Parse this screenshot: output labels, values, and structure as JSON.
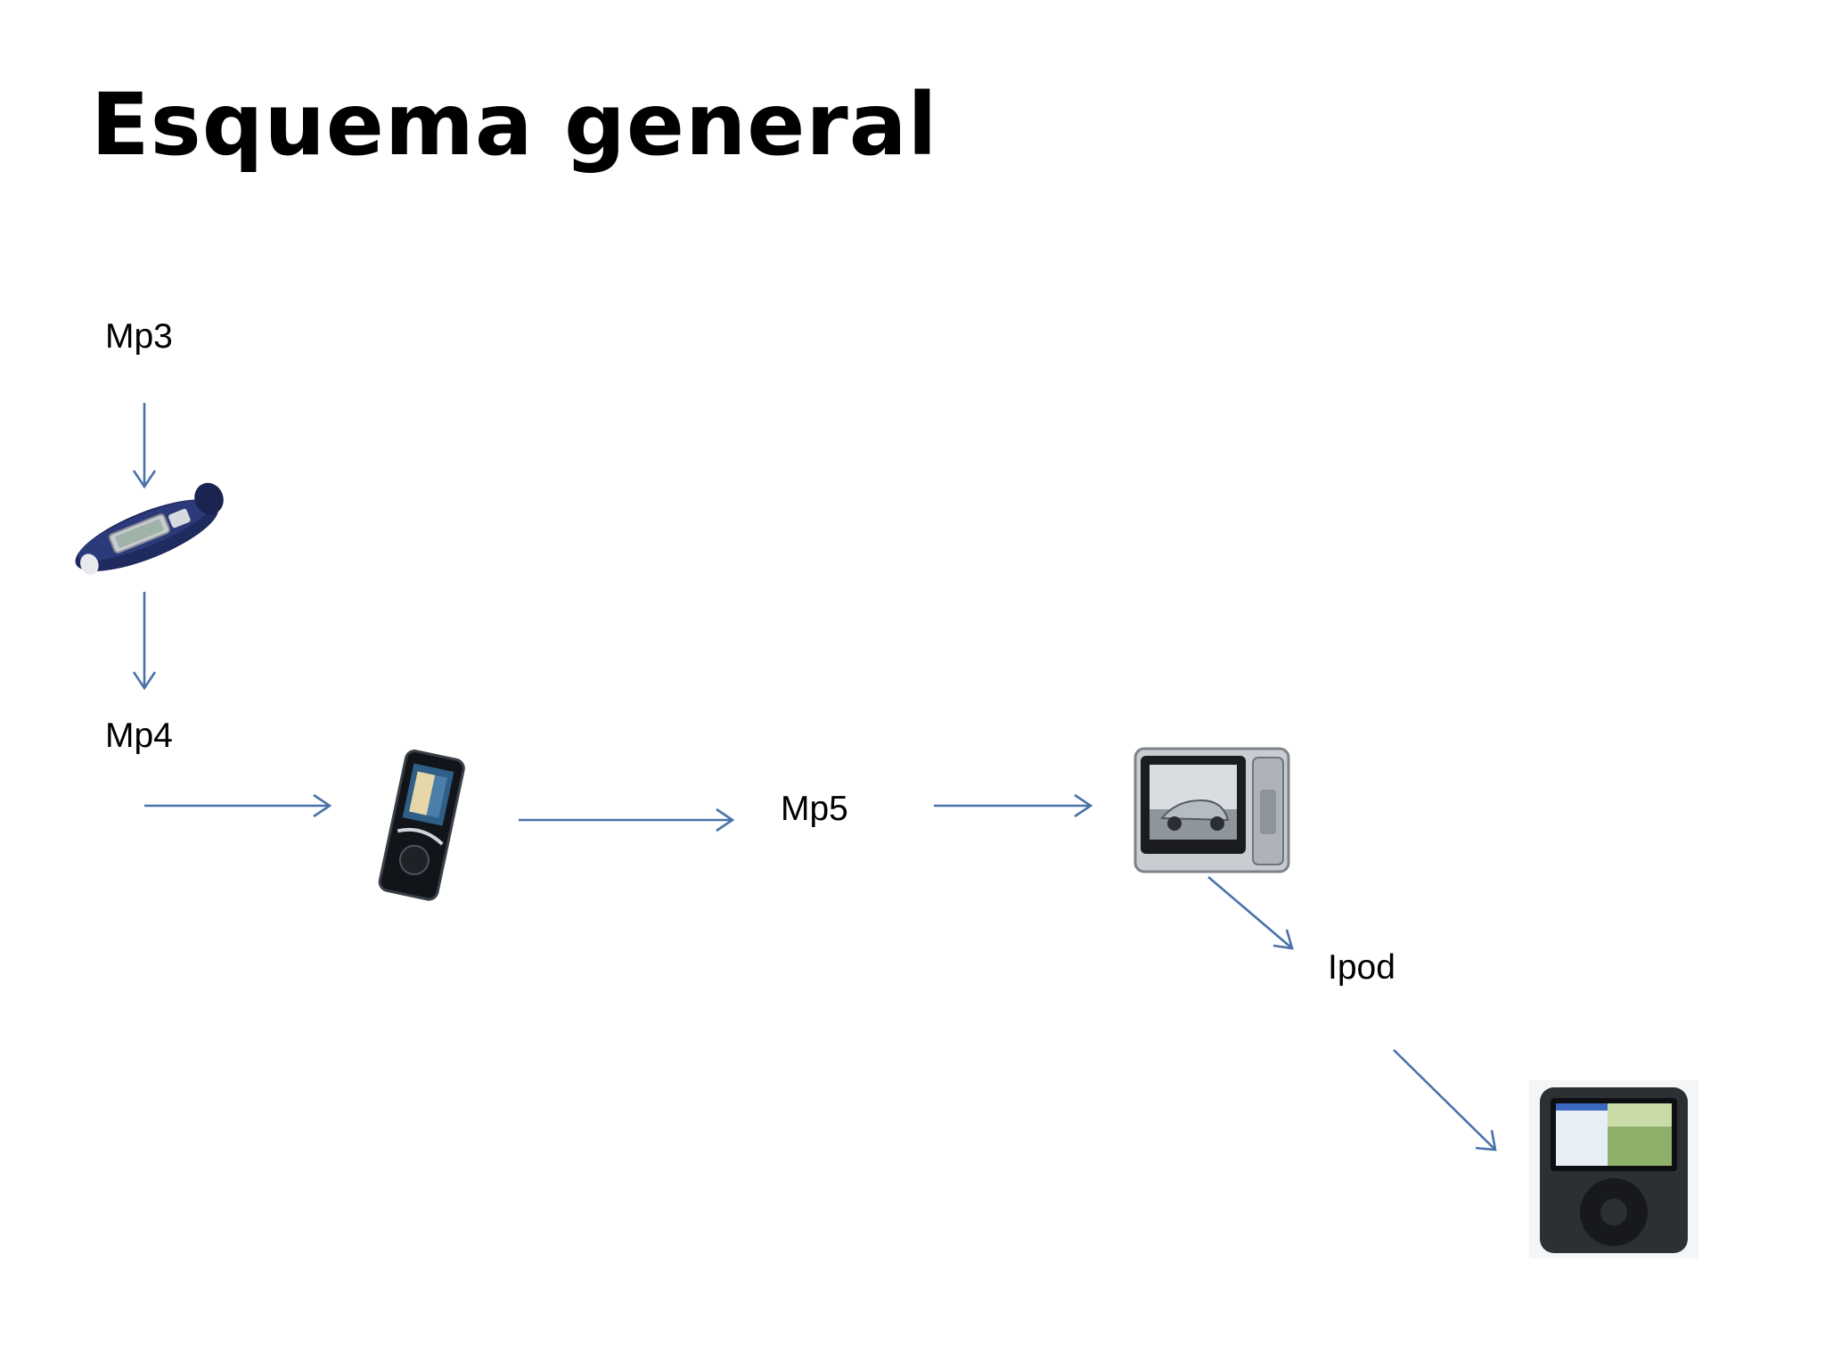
{
  "slide": {
    "title": "Esquema general"
  },
  "nodes": {
    "mp3": "Mp3",
    "mp4": "Mp4",
    "mp5": "Mp5",
    "ipod": "Ipod"
  },
  "colors": {
    "arrow": "#4a72aa",
    "text": "#000000",
    "background": "#ffffff"
  },
  "icons": {
    "mp3_player": "mp3-player-icon",
    "mp4_player": "mp4-player-icon",
    "mp5_player": "mp5-player-icon",
    "ipod_player": "ipod-nano-icon"
  }
}
